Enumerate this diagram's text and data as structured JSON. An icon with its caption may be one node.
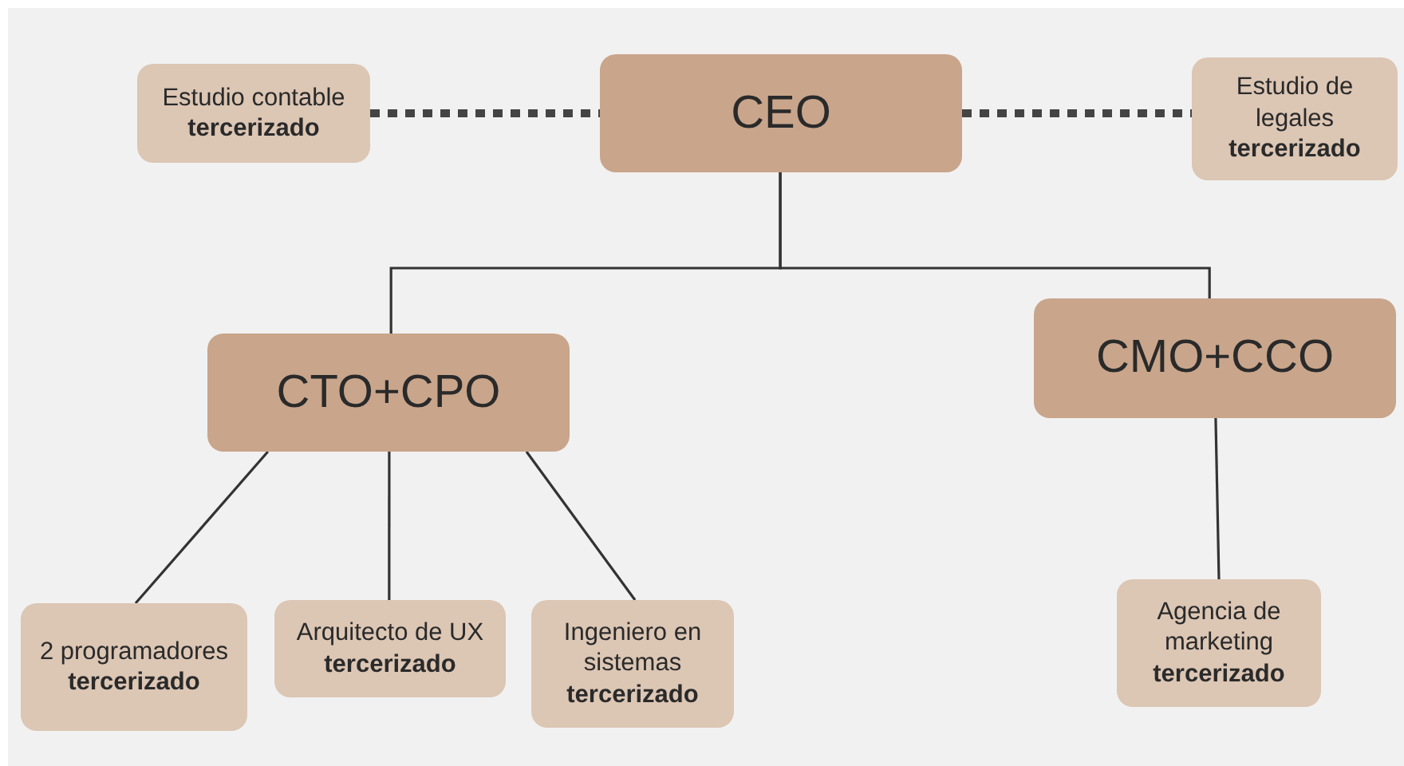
{
  "diagram": {
    "nodes": [
      {
        "text": [
          "CEO"
        ]
      },
      {
        "text": [
          "Estudio contable **tercerizado**"
        ]
      },
      {
        "text": [
          "Estudio de legales **tercerizado**"
        ]
      },
      {
        "text": [
          "CTO+CPO"
        ]
      },
      {
        "text": [
          "CMO+CCO"
        ]
      },
      {
        "text": [
          "2 programadores **tercerizado**"
        ]
      },
      {
        "text": [
          "Arquitecto de UX **tercerizado**"
        ]
      },
      {
        "text": [
          "Ingeniero en sistemas **tercerizado**"
        ]
      },
      {
        "text": [
          "Agencia de marketing **tercerizado**"
        ]
      }
    ],
    "edges": [
      {
        "from": 1,
        "to": 0,
        "arrow": "none",
        "style": "dashed"
      },
      {
        "from": 0,
        "to": 2,
        "arrow": "none",
        "style": "dashed"
      },
      {
        "from": 0,
        "to": 3,
        "arrow": "none"
      },
      {
        "from": 0,
        "to": 4,
        "arrow": "none"
      },
      {
        "from": 3,
        "to": 5,
        "arrow": "none"
      },
      {
        "from": 3,
        "to": 6,
        "arrow": "none"
      },
      {
        "from": 3,
        "to": 7,
        "arrow": "none"
      },
      {
        "from": 4,
        "to": 8,
        "arrow": "none"
      }
    ]
  }
}
